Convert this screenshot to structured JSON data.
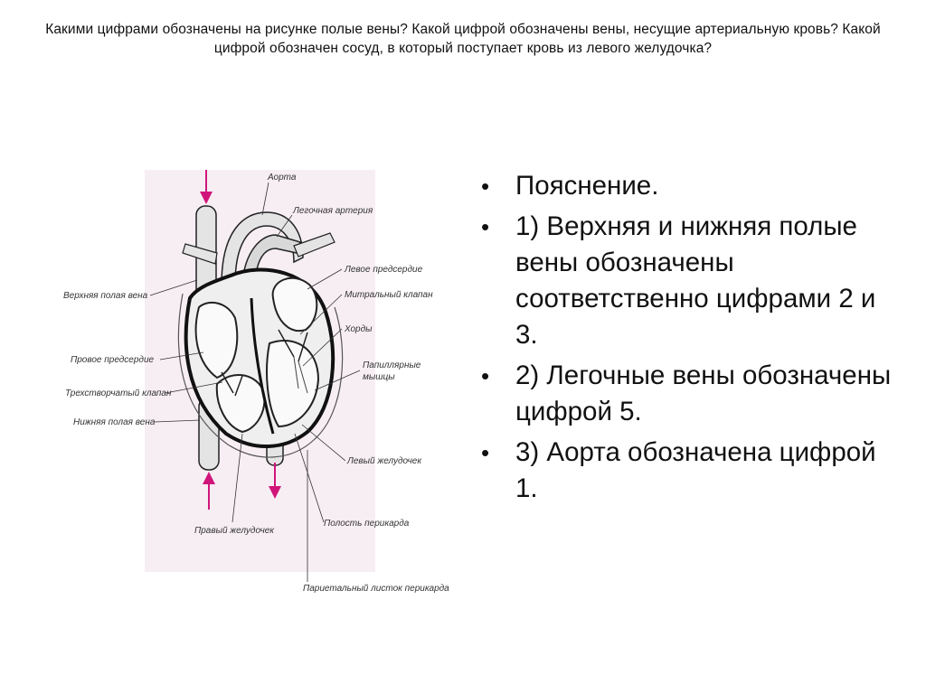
{
  "slide": {
    "title": "Какими цифрами обозначены на рисунке полые вены? Какой цифрой обозначены вены, несущие артериальную кровь? Какой цифрой обозначен сосуд, в который поступает кровь из левого желудочка?"
  },
  "diagram": {
    "labels": {
      "aorta": "Аорта",
      "pulmonary_artery": "Легочная артерия",
      "left_atrium": "Левое предсердие",
      "mitral_valve": "Митральный клапан",
      "chordae": "Хорды",
      "papillary_1": "Папиллярные",
      "papillary_2": "мышцы",
      "superior_vena_cava": "Верхняя полая вена",
      "right_atrium": "Провое предсердие",
      "tricuspid_valve": "Трехстворчатый клапан",
      "inferior_vena_cava": "Нижняя полая вена",
      "left_ventricle": "Левый желудочек",
      "right_ventricle": "Правый желудочек",
      "pericardial_cavity": "Полость перикарда",
      "parietal_pericardium": "Париетальный листок перикарда"
    },
    "arrow_color": "#d0157a",
    "background_color": "#f7eef4"
  },
  "explanation": {
    "items": [
      "Пояснение.",
      "1) Верхняя и нижняя полые вены обозначены соответственно цифрами 2 и 3.",
      "2) Легочные вены обозначены цифрой 5.",
      "3) Аорта обозначена цифрой 1."
    ],
    "bullet": "•"
  }
}
